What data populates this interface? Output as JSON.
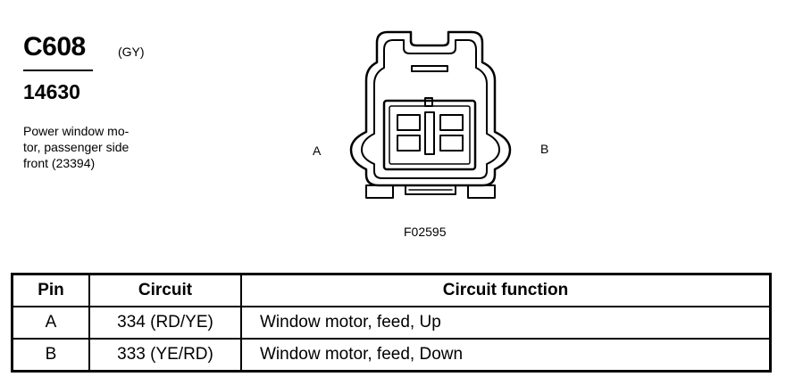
{
  "connector": {
    "id": "C608",
    "color_code": "(GY)",
    "part_number": "14630",
    "description": [
      "Power window mo-",
      "tor, passenger side",
      "front (23394)"
    ]
  },
  "diagram": {
    "label_a": "A",
    "label_b": "B",
    "figure_code": "F02595"
  },
  "table": {
    "headers": [
      "Pin",
      "Circuit",
      "Circuit function"
    ],
    "rows": [
      {
        "pin": "A",
        "circuit": "334 (RD/YE)",
        "function": "Window motor, feed, Up"
      },
      {
        "pin": "B",
        "circuit": "333 (YE/RD)",
        "function": "Window motor, feed, Down"
      }
    ]
  }
}
